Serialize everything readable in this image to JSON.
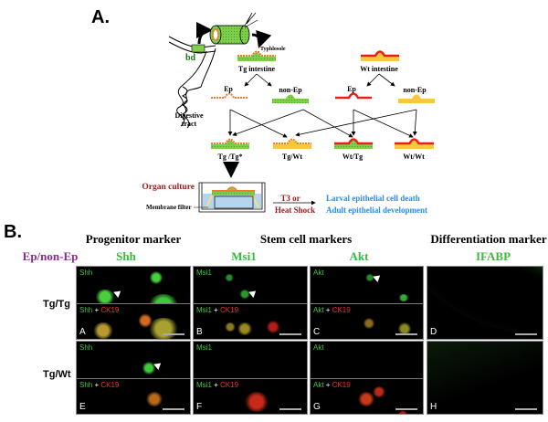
{
  "panel_a": {
    "label": "A.",
    "bd": "bd",
    "digestive_tract": [
      "Digestive",
      "tract"
    ],
    "typhlosole": "Typhlosole",
    "tg_intestine": "Tg intestine",
    "wt_intestine": "Wt intestine",
    "ep": "Ep",
    "non_ep": "non-Ep",
    "recombinants": [
      "Tg /Tg*",
      "Tg/Wt",
      "Wt/Tg",
      "Wt/Wt"
    ],
    "organ_culture": "Organ culture",
    "membrane_filter": "Membrane filter",
    "treatment": [
      "T3 or",
      "Heat Shock"
    ],
    "outcomes": [
      "Larval epithelial cell death",
      "Adult epithelial development"
    ],
    "colors": {
      "tg_green": "#7ed04c",
      "tg_ep": "#f07a30",
      "wt_ep": "#e8201c",
      "wt_base": "#f8c83c",
      "treatment": "#a01c1c",
      "outcome": "#2a8cf0"
    }
  },
  "panel_b": {
    "label": "B.",
    "headings": [
      "Progenitor marker",
      "Stem cell markers",
      "Differentiation marker"
    ],
    "row_header": "Ep/non-Ep",
    "markers": [
      "Shh",
      "Msi1",
      "Akt",
      "IFABP"
    ],
    "rows": [
      "Tg/Tg",
      "Tg/Wt"
    ],
    "costain": "CK19",
    "plus": "+",
    "panel_letters": [
      "A",
      "B",
      "C",
      "D",
      "E",
      "F",
      "G",
      "H"
    ]
  }
}
